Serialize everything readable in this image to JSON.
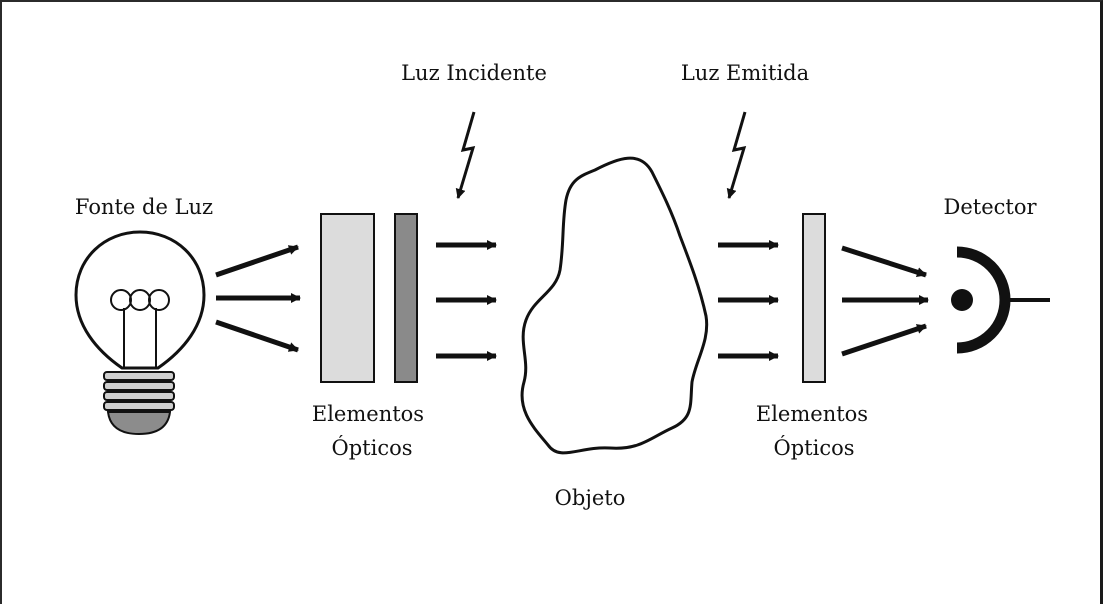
{
  "labels": {
    "light_source": "Fonte de Luz",
    "incident_light": "Luz Incidente",
    "emitted_light": "Luz Emitida",
    "detector": "Detector",
    "optics_left_line1": "Elementos",
    "optics_left_line2": "Ópticos",
    "object": "Objeto",
    "optics_right_line1": "Elementos",
    "optics_right_line2": "Ópticos"
  },
  "colors": {
    "line": "#111111",
    "light_panel": "#dcdcdc",
    "dark_panel": "#8a8a8a",
    "bulb_base": "#8c8c8c"
  }
}
